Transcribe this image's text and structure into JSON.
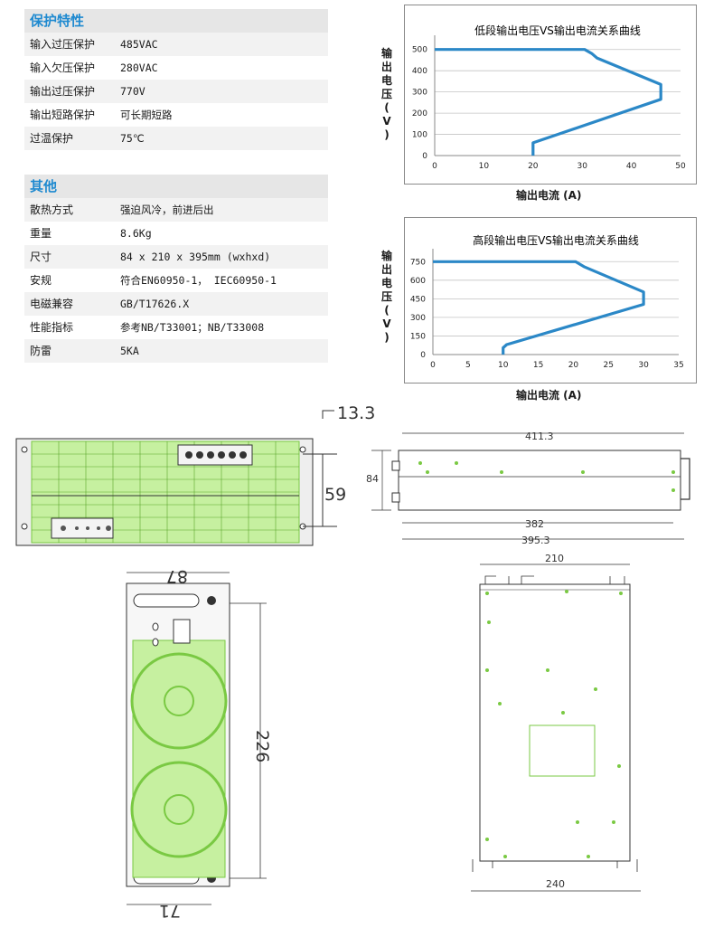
{
  "protection": {
    "title": "保护特性",
    "rows": [
      {
        "label": "输入过压保护",
        "value": "485VAC"
      },
      {
        "label": "输入欠压保护",
        "value": "280VAC"
      },
      {
        "label": "输出过压保护",
        "value": "770V"
      },
      {
        "label": "输出短路保护",
        "value": "可长期短路"
      },
      {
        "label": "过温保护",
        "value": "75℃"
      }
    ]
  },
  "other": {
    "title": "其他",
    "rows": [
      {
        "label": "散热方式",
        "value": "强迫风冷，前进后出"
      },
      {
        "label": "重量",
        "value": "8.6Kg"
      },
      {
        "label": "尺寸",
        "value": "84 x 210 x 395mm (wxhxd)"
      },
      {
        "label": "安规",
        "value": "符合EN60950-1， IEC60950-1"
      },
      {
        "label": "电磁兼容",
        "value": "GB/T17626.X"
      },
      {
        "label": "性能指标",
        "value": "参考NB/T33001；NB/T33008"
      },
      {
        "label": "防雷",
        "value": "5KA"
      }
    ]
  },
  "chart_data": [
    {
      "type": "line",
      "title": "低段输出电压VS输出电流关系曲线",
      "xlabel": "输出电流 (A)",
      "ylabel": "输出电压 (V)",
      "xlim": [
        0,
        50
      ],
      "ylim": [
        0,
        550
      ],
      "xticks": [
        0,
        10,
        20,
        30,
        40,
        50
      ],
      "yticks": [
        0,
        100,
        200,
        300,
        400,
        500
      ],
      "grid": true,
      "color": "#2b88c7",
      "x": [
        0,
        30.5,
        32,
        33,
        46,
        46,
        20,
        20
      ],
      "y": [
        500,
        500,
        480,
        460,
        335,
        265,
        60,
        0
      ]
    },
    {
      "type": "line",
      "title": "高段输出电压VS输出电流关系曲线",
      "xlabel": "输出电流 (A)",
      "ylabel": "输出电压 (V)",
      "xlim": [
        0,
        35
      ],
      "ylim": [
        0,
        825
      ],
      "xticks": [
        0,
        5,
        10,
        15,
        20,
        25,
        30,
        35
      ],
      "yticks": [
        0,
        150,
        300,
        450,
        600,
        750
      ],
      "grid": true,
      "color": "#2b88c7",
      "x": [
        0,
        20.3,
        21.5,
        30,
        30,
        10.5,
        10,
        10
      ],
      "y": [
        750,
        750,
        710,
        505,
        405,
        80,
        55,
        0
      ]
    }
  ],
  "dimensions": {
    "front_offset": "13.3",
    "front_height": "59",
    "side_length": "411.3",
    "side_height": "84",
    "side_body": "382",
    "side_total": "395.3",
    "front_width": "87",
    "front_hole_span": "226",
    "front_bottom": "71",
    "top_width": "210",
    "top_bottom": "240"
  }
}
